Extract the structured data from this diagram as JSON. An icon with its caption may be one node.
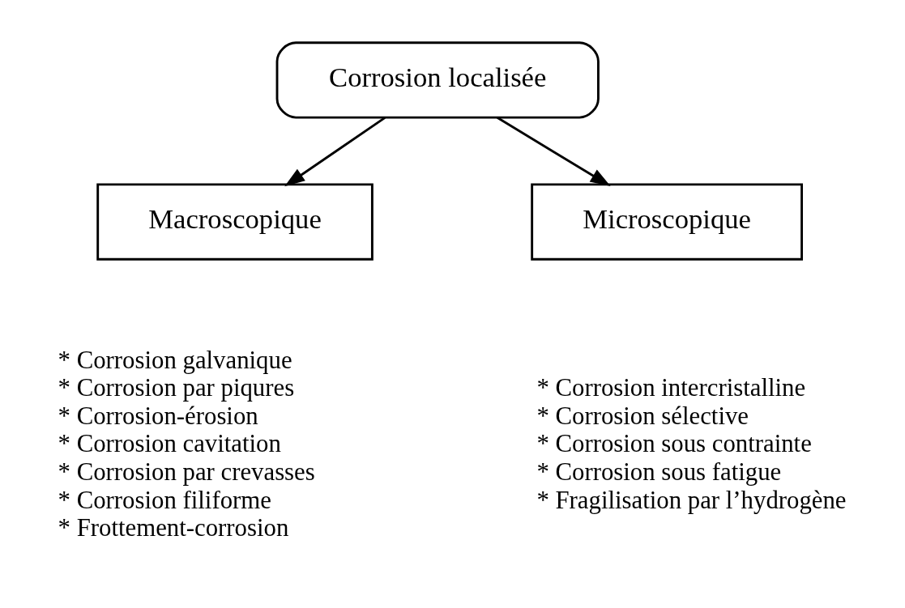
{
  "diagram": {
    "nodes": [
      {
        "text": [
          "Corrosion localisée"
        ]
      },
      {
        "text": [
          "Macroscopique"
        ],
        "beside": [
          "* Corrosion galvanique",
          "* Corrosion par piqures",
          "* Corrosion-érosion",
          "* Corrosion cavitation",
          "* Corrosion par crevasses",
          "* Corrosion filiforme",
          "* Frottement-corrosion"
        ]
      },
      {
        "text": [
          "Microscopique"
        ],
        "beside": [
          "* Corrosion intercristalline",
          "* Corrosion sélective",
          "* Corrosion sous contrainte",
          "* Corrosion sous fatigue",
          "* Fragilisation par l’hydrogène"
        ]
      }
    ],
    "edges": [
      {
        "from": 0,
        "to": 1,
        "arrow": "to"
      },
      {
        "from": 0,
        "to": 2,
        "arrow": "to"
      }
    ]
  }
}
